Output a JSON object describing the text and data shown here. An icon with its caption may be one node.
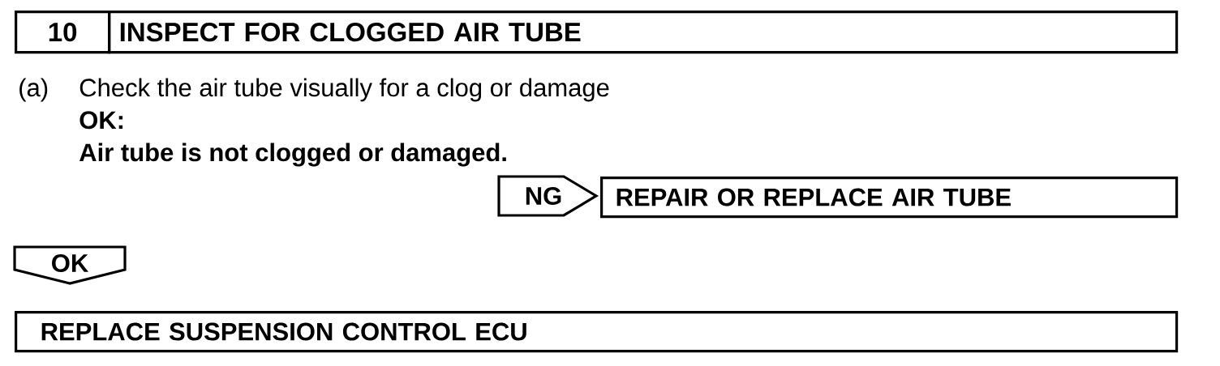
{
  "diagram": {
    "nodes": [
      {
        "text": [
          "10"
        ]
      },
      {
        "text": [
          "INSPECT FOR CLOGGED AIR TUBE"
        ]
      },
      {
        "text": [
          "NG"
        ]
      },
      {
        "text": [
          "REPAIR OR REPLACE AIR TUBE"
        ]
      },
      {
        "text": [
          "OK"
        ]
      },
      {
        "text": [
          "REPLACE SUSPENSION CONTROL ECU"
        ]
      }
    ],
    "labels": [
      "(a)",
      "Check the air tube visually for a clog or damage",
      "OK:",
      "Air tube is not clogged or damaged."
    ]
  }
}
